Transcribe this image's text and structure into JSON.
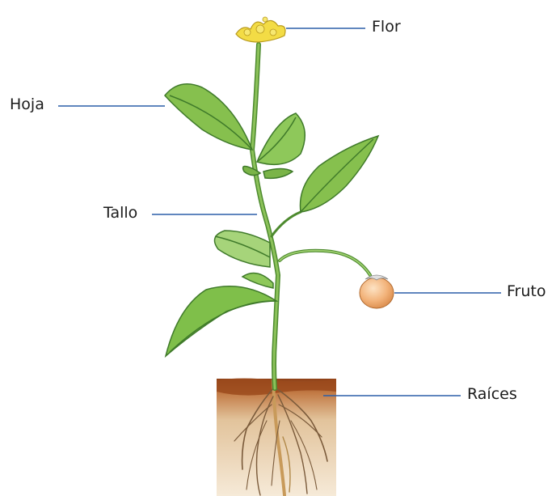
{
  "labels": {
    "flower": "Flor",
    "leaf": "Hoja",
    "stem": "Tallo",
    "fruit": "Fruto",
    "roots": "Raíces"
  },
  "colors": {
    "leader_line": "#2b5fa8",
    "leaf_fill": "#7fbf4a",
    "leaf_dark": "#3f7a2a",
    "stem": "#6aa83d",
    "flower": "#f3dc45",
    "fruit": "#f0b27a",
    "soil_top": "#9b4a1c",
    "soil": "#e6c9a3",
    "root": "#e0b878"
  }
}
